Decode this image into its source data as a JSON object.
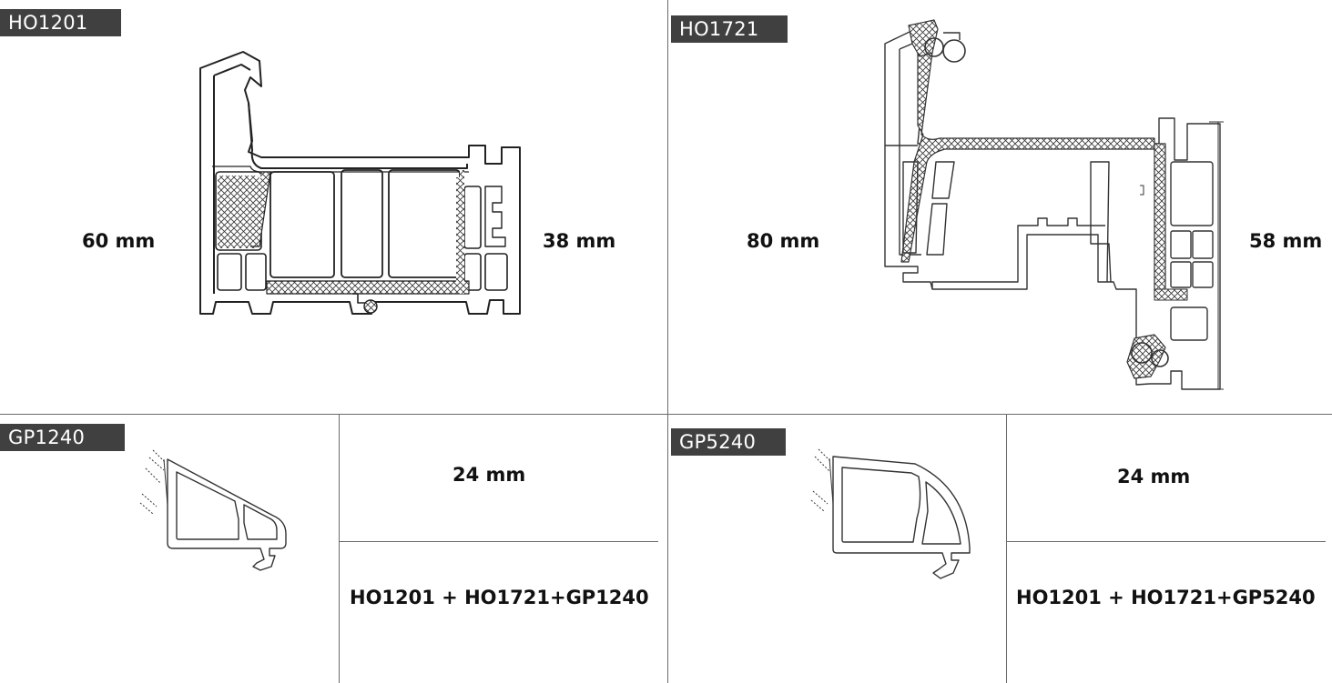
{
  "panels": {
    "top_left": {
      "code": "HO1201",
      "dim_left": "60 mm",
      "dim_right": "38 mm"
    },
    "top_right": {
      "code": "HO1721",
      "dim_left": "80 mm",
      "dim_right": "58 mm"
    },
    "bottom_left": {
      "code": "GP1240",
      "dim": "24 mm",
      "combo": "HO1201 + HO1721+GP1240"
    },
    "bottom_right": {
      "code": "GP5240",
      "dim": "24 mm",
      "combo": "HO1201 + HO1721+GP5240"
    }
  },
  "colors": {
    "tag_bg": "#404040",
    "tag_text": "#ffffff",
    "line": "#6a6a6a",
    "drawing": "#222222"
  }
}
